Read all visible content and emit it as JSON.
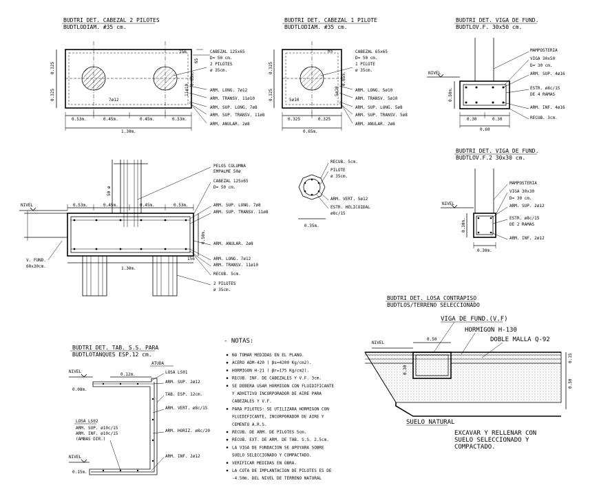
{
  "p1": {
    "t1": "BUDTRI DET. CABEZAL 2 PILOTES",
    "t2": "BUDTLODIAM. #35 cm.",
    "labels": [
      "CABEZAL 125x65",
      "D= 50 cm.",
      "2 PILOTES",
      "ø 35cm.",
      "ARM. LONG. 7ø12",
      "ARM. TRANSV. 11ø10",
      "ARM. SUP. LONG. 7ø8",
      "ARM. SUP. TRANSV. 11ø8",
      "ARM. ANULAR. 2ø8"
    ],
    "dims": [
      "0.325",
      "0.325",
      "0.53m.",
      "0.45m.",
      "0.45m.",
      "0.53m.",
      "1.30m.",
      "7ø12",
      "156",
      "65",
      "0.65m.",
      "11ø10"
    ]
  },
  "p2": {
    "t1": "BUDTRI DET. CABEZAL 1 PILOTE",
    "t2": "BUDTLODIAM. #35 cm.",
    "labels": [
      "CABEZAL 65x65",
      "D= 50 cm.",
      "1 PILOTE",
      "ø 35cm.",
      "ARM. LONG. 5ø10",
      "ARM. TRANSV. 5ø10",
      "ARM. SUP. LONG. 5ø8",
      "ARM. SUP. TRANSV. 5ø8",
      "ARM. ANULAR. 2ø8"
    ],
    "dims": [
      "0.325",
      "0.325",
      "0.325",
      "0.325",
      "0.65m.",
      "5ø10",
      "65",
      "0.65m.",
      "5ø10"
    ]
  },
  "p3": {
    "t1": "BUDTRI DET. VIGA DE FUND.",
    "t2": "BUDTLOV.F. 30x50 cm.",
    "labels": [
      "MAMPOSTERIA",
      "VIGA 30x50",
      "D= 30 cm.",
      "ARM. SUP. 4ø16",
      "ESTR. ø8c/15",
      "DE 4 RAMAS",
      "ARM. INF. 4ø16",
      "RECUB. 3cm."
    ],
    "dims": [
      "NIVEL",
      "0.50m.",
      "0.30",
      "0.30",
      "0.60"
    ]
  },
  "p4": {
    "labels": [
      "PELOS COLUMNA",
      "EMPALME 50ø",
      "CABEZAL 125x65",
      "D= 50 cm.",
      "ARM. SUP. LONG. 7ø8",
      "ARM. SUP. TRANSV. 11ø8",
      "ARM. ANULAR. 2ø8",
      "ARM. LONG. 7ø12",
      "ARM. TRANSV. 11ø10",
      "RECUB. 5cm.",
      "2 PILOTES",
      "ø 35cm.",
      "NIVEL",
      "V. FUND.",
      "60x30cm."
    ],
    "dims": [
      "0.53m.",
      "0.45m.",
      "0.45m.",
      "0.53m.",
      "1.30m.",
      "0.50m.",
      "156",
      "50 ø"
    ]
  },
  "p5": {
    "labels": [
      "RECUB. 5cm.",
      "PILOTE",
      "ø 35cm.",
      "ARM. VERT. 5ø12",
      "ESTR. HELICOIDAL",
      "ø8c/15"
    ],
    "dims": [
      "0.35m."
    ]
  },
  "p6": {
    "t1": "BUDTRI DET. VIGA DE FUND.",
    "t2": "BUDTLOV.F.2 30x30 cm.",
    "labels": [
      "MAMPOSTERIA",
      "VIGA 30x30",
      "D= 30 cm.",
      "ARM. SUP. 2ø12",
      "ESTR. ø8c/15",
      "DE 2 RAMAS",
      "ARM. INF. 2ø12"
    ],
    "dims": [
      "NIVEL",
      "0.30m.",
      "0.30m."
    ]
  },
  "p7": {
    "t1": "BUDTRI DET. LOSA CONTRAPISO",
    "t2": "BUDTLOS/TERRENO SELECCIONADO",
    "labels": [
      "VIGA DE FUND.(V.F)",
      "HORMIGON H-130",
      "DOBLE MALLA Q-92",
      "NIVEL",
      "SUELO NATURAL",
      "EXCAVAR Y RELLENAR CON",
      "SUELO SELECCIONADO Y",
      "COMPACTADO."
    ],
    "dims": [
      "0.50",
      "0.30",
      "0.15",
      "0.50"
    ]
  },
  "p8": {
    "t1": "BUDTRI DET. TAB. S.S. PARA",
    "t2": "BUDTLOTANQUES ESP.12 cm.",
    "labels": [
      "ATUDA",
      "NIVEL",
      "LOSA LS01",
      "ARM. SUP. 2ø12",
      "TAB. ESP. 12cm.",
      "ARM. VERT. ø8c/15",
      "LOSA LS02",
      "ARM. SUP. ø10c/15",
      "ARM. INF. ø10c/15",
      "(AMBAS DIR.)",
      "ARM. HORIZ. ø8c/20",
      "ARM. INF. 2ø12",
      "NIVEL"
    ],
    "dims": [
      "0.12m.",
      "0.08m.",
      "0.15m."
    ]
  },
  "notas": {
    "title": "- NOTAS:",
    "items": [
      "NO TOMAR MEDIDAS EN EL PLANO.",
      "ACERO ADM-420 ( βs=4200 Kg/cm2).",
      "HORMIGON H-21 ( βr=175 Kg/cm2).",
      "RECUB. INF. DE CABEZALES Y V.F. 3cm.",
      "SE DEBERA USAR HORMIGON CON FLUIDIFICANTE",
      "Y ADHITIVO INCORPORADOR DE AIRE PARA",
      "CABEZALES Y V.F.",
      "PARA PILOTES: SE UTILIZARA HORMIGON CON",
      "FLUIDIFICANTE, INCORPORADOR DE AIRE Y",
      "CEMENTO A.R.S.",
      "RECUB. DE ARM. DE PILOTES 5cm.",
      "RECUB. EXT. DE ARM. DE TAB. S.S. 2.5cm.",
      "LA VIGA DE FUNDACION SE APOYARA SOBRE",
      "SUELO SELECCIONADO Y COMPACTADO.",
      "VERIFICAR MEDIDAS EN OBRA.",
      "LA COTA DE IMPLANTACION DE PILOTES ES DE",
      "-4.50m. DEL NIVEL DE TERRENO NATURAL"
    ],
    "bullet": [
      true,
      true,
      true,
      true,
      true,
      false,
      false,
      true,
      false,
      false,
      true,
      true,
      true,
      false,
      true,
      true,
      false
    ]
  }
}
